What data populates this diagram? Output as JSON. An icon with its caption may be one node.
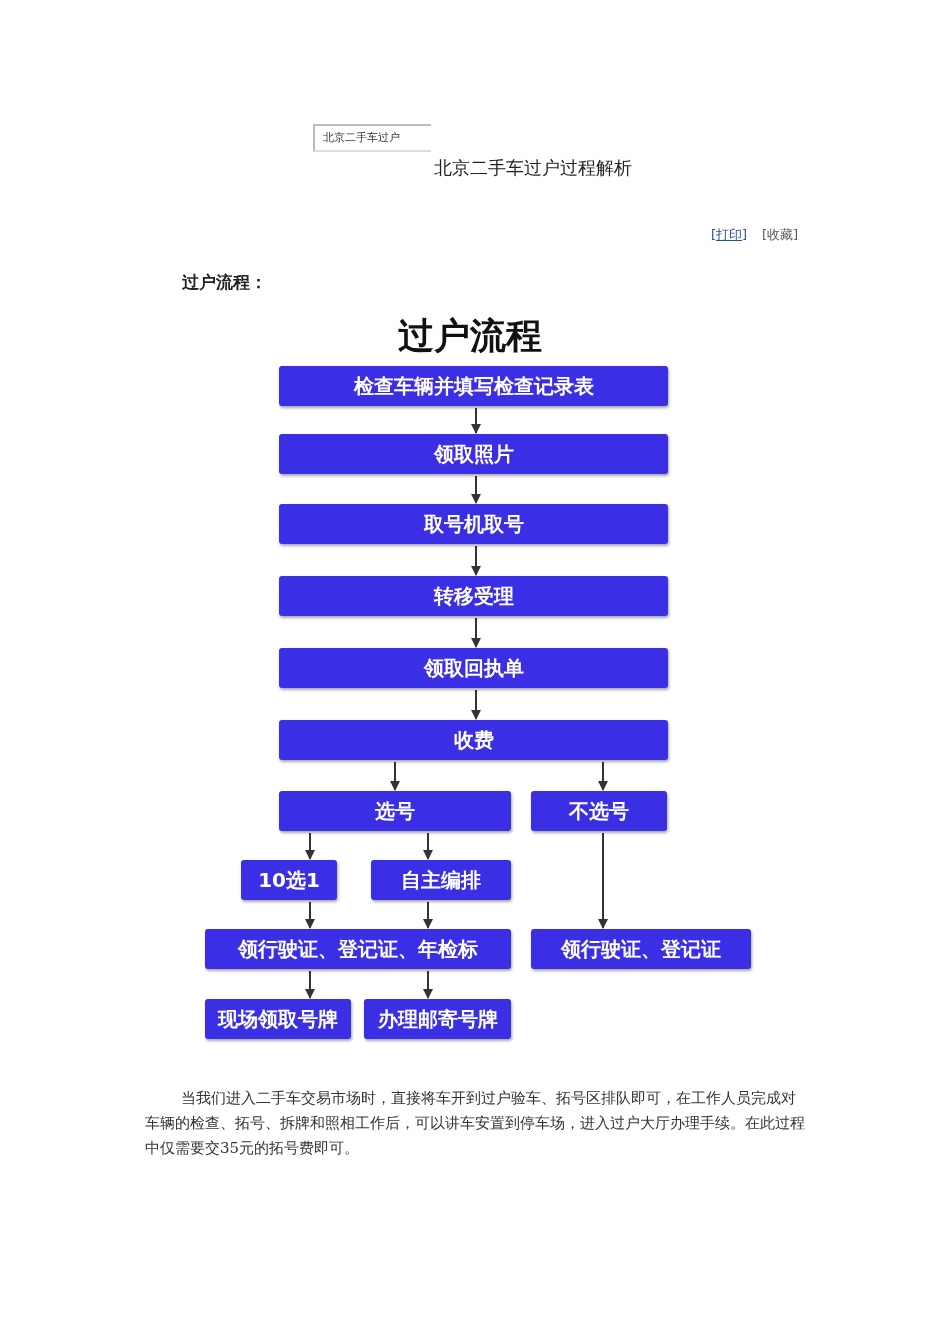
{
  "diagram": {
    "title": "北京二手车过户过程解析",
    "nodes": [
      {
        "text": [
          "检查车辆并填写检查记录表"
        ]
      },
      {
        "text": [
          "领取照片"
        ]
      },
      {
        "text": [
          "取号机取号"
        ]
      },
      {
        "text": [
          "转移受理"
        ]
      },
      {
        "text": [
          "领取回执单"
        ]
      },
      {
        "text": [
          "收费"
        ]
      },
      {
        "text": [
          "选号"
        ]
      },
      {
        "text": [
          "不选号"
        ]
      },
      {
        "text": [
          "10选1"
        ]
      },
      {
        "text": [
          "自主编排"
        ]
      },
      {
        "text": [
          "领行驶证、登记证、年检标"
        ]
      },
      {
        "text": [
          "领行驶证、登记证"
        ]
      },
      {
        "text": [
          "现场领取号牌"
        ]
      },
      {
        "text": [
          "办理邮寄号牌"
        ]
      }
    ],
    "edges": [
      {
        "from": 0,
        "to": 1,
        "arrow": "to"
      },
      {
        "from": 1,
        "to": 2,
        "arrow": "to"
      },
      {
        "from": 2,
        "to": 3,
        "arrow": "to"
      },
      {
        "from": 3,
        "to": 4,
        "arrow": "to"
      },
      {
        "from": 4,
        "to": 5,
        "arrow": "to"
      },
      {
        "from": 5,
        "to": 6,
        "arrow": "to"
      },
      {
        "from": 5,
        "to": 7,
        "arrow": "to"
      },
      {
        "from": 6,
        "to": 8,
        "arrow": "to"
      },
      {
        "from": 6,
        "to": 9,
        "arrow": "to"
      },
      {
        "from": 8,
        "to": 10,
        "arrow": "to"
      },
      {
        "from": 9,
        "to": 10,
        "arrow": "to"
      },
      {
        "from": 7,
        "to": 11,
        "arrow": "to"
      },
      {
        "from": 10,
        "to": 12,
        "arrow": "to"
      },
      {
        "from": 10,
        "to": 13,
        "arrow": "to"
      }
    ],
    "labels": [
      "北京二手车过户",
      "[打印]",
      "[收藏]",
      "过户流程：",
      "过户流程",
      "当我们进入二手车交易市场时，直接将车开到过户验车、拓号区排队即可，在工作人员完成对车辆的检查、拓号、拆牌和照相工作后，可以讲车安置到停车场，进入过户大厅办理手续。在此过程中仅需要交35元的拓号费即可。"
    ]
  }
}
